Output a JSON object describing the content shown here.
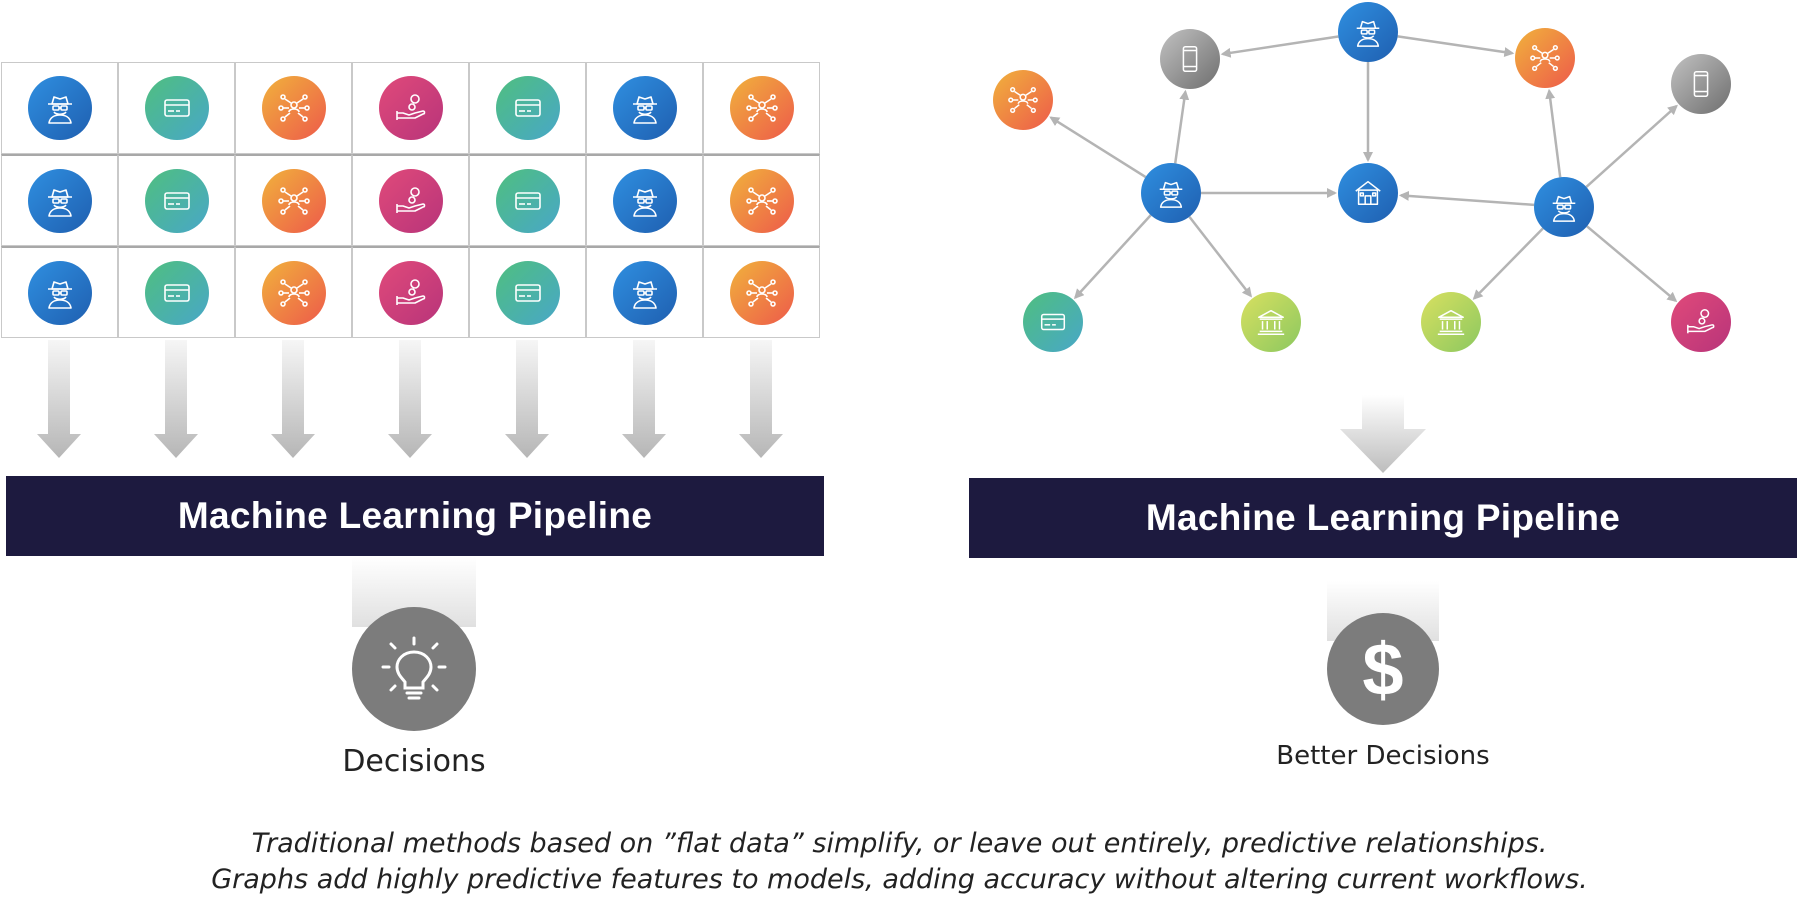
{
  "left_panel": {
    "grid_rows": [
      [
        "fraudster-icon",
        "credit-card-icon",
        "network-icon",
        "payment-hand-icon",
        "credit-card-icon",
        "fraudster-icon",
        "network-icon"
      ],
      [
        "fraudster-icon",
        "credit-card-icon",
        "network-icon",
        "payment-hand-icon",
        "credit-card-icon",
        "fraudster-icon",
        "network-icon"
      ],
      [
        "fraudster-icon",
        "credit-card-icon",
        "network-icon",
        "payment-hand-icon",
        "credit-card-icon",
        "fraudster-icon",
        "network-icon"
      ]
    ],
    "pipeline_label": "Machine Learning Pipeline",
    "result_icon": "lightbulb-icon",
    "result_label": "Decisions"
  },
  "right_panel": {
    "graph_nodes": [
      {
        "id": "phone-top",
        "icon": "phone-icon"
      },
      {
        "id": "fraud-top",
        "icon": "fraudster-icon"
      },
      {
        "id": "network-top-right",
        "icon": "network-icon"
      },
      {
        "id": "network-left",
        "icon": "network-icon"
      },
      {
        "id": "phone-right",
        "icon": "phone-icon"
      },
      {
        "id": "fraud-left",
        "icon": "fraudster-icon"
      },
      {
        "id": "house-center",
        "icon": "house-icon"
      },
      {
        "id": "fraud-right",
        "icon": "fraudster-icon"
      },
      {
        "id": "card-bottom-left",
        "icon": "credit-card-icon"
      },
      {
        "id": "bank-left",
        "icon": "bank-icon"
      },
      {
        "id": "bank-right",
        "icon": "bank-icon"
      },
      {
        "id": "payment-bottom-right",
        "icon": "payment-hand-icon"
      }
    ],
    "graph_edges": [
      [
        "fraud-top",
        "phone-top"
      ],
      [
        "fraud-top",
        "network-top-right"
      ],
      [
        "fraud-top",
        "house-center"
      ],
      [
        "fraud-left",
        "network-left"
      ],
      [
        "fraud-left",
        "phone-top"
      ],
      [
        "fraud-left",
        "house-center"
      ],
      [
        "fraud-left",
        "card-bottom-left"
      ],
      [
        "fraud-left",
        "bank-left"
      ],
      [
        "fraud-right",
        "house-center"
      ],
      [
        "fraud-right",
        "network-top-right"
      ],
      [
        "fraud-right",
        "phone-right"
      ],
      [
        "fraud-right",
        "bank-right"
      ],
      [
        "fraud-right",
        "payment-bottom-right"
      ]
    ],
    "pipeline_label": "Machine Learning Pipeline",
    "result_icon": "dollar-icon",
    "result_symbol": "$",
    "result_label": "Better Decisions"
  },
  "caption": {
    "line1": "Traditional methods based on ”flat data” simplify, or leave out entirely, predictive relationships.",
    "line2": "Graphs add highly predictive features to models, adding accuracy without altering current workflows."
  },
  "colors": {
    "pipeline_bar": "#1d1a3f",
    "result_circle": "#7c7c7c",
    "edge": "#b4b4b4"
  }
}
